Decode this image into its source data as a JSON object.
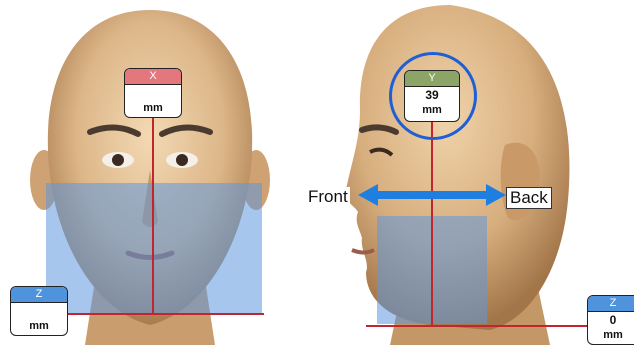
{
  "front_view": {
    "x_label": {
      "axis": "X",
      "value": "",
      "unit": "mm",
      "header_color": "#e4767d"
    },
    "z_label": {
      "axis": "Z",
      "value": "",
      "unit": "mm",
      "header_color": "#4f93dd"
    }
  },
  "side_view": {
    "y_label": {
      "axis": "Y",
      "value": "39",
      "unit": "mm",
      "header_color": "#8aa565",
      "highlighted": true
    },
    "z_label": {
      "axis": "Z",
      "value": "0",
      "unit": "mm",
      "header_color": "#4f93dd"
    },
    "direction": {
      "left": "Front",
      "right": "Back"
    }
  },
  "colors": {
    "reference_line": "#c0262f",
    "overlay": "#5c98de",
    "highlight_ring": "#1f5fd6",
    "arrow": "#1f7fe0"
  }
}
